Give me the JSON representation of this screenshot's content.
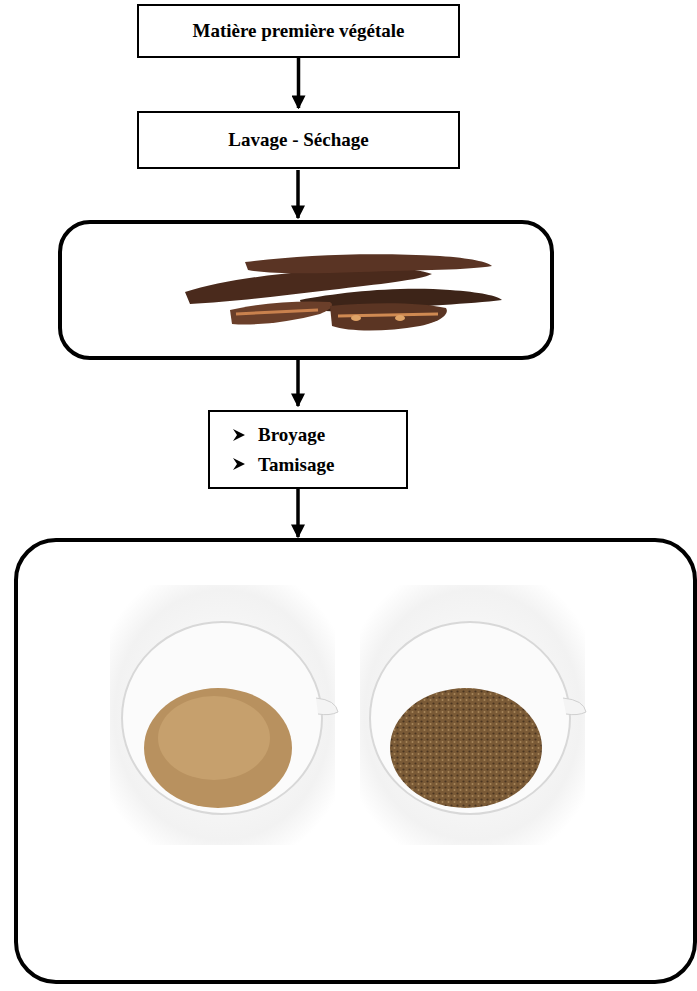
{
  "diagram": {
    "nodes": [
      {
        "text": [
          "Matière première végétale"
        ]
      },
      {
        "text": [
          "Lavage - Séchage"
        ]
      },
      {
        "text": [
          "Broyage",
          "Tamisage"
        ]
      }
    ],
    "edges": [
      {
        "from": 0,
        "to": 1,
        "arrow": "to"
      }
    ]
  }
}
